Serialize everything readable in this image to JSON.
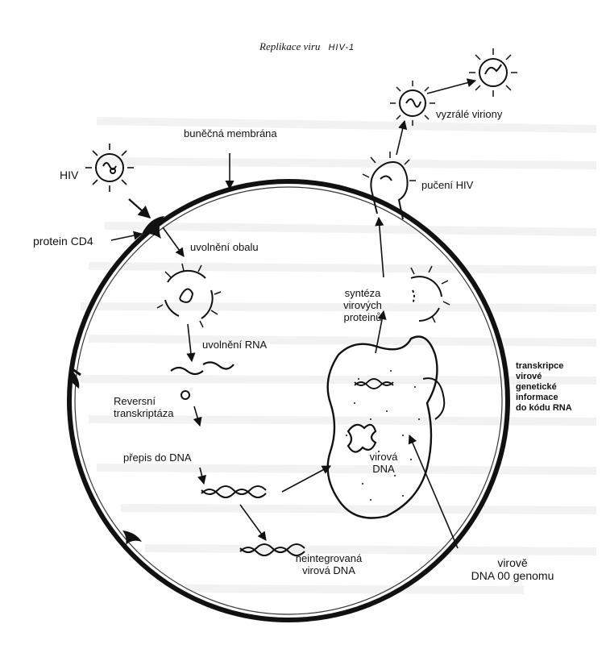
{
  "title": {
    "main": "Replikace viru",
    "suffix": "HIV-1"
  },
  "labels": {
    "membrane": "buněčná membrána",
    "hiv": "HIV",
    "cd4": "protein CD4",
    "uncoating": "uvolnění obalu",
    "rna_release": "uvolnění RNA",
    "rt_line1": "Reversní",
    "rt_line2": "transkriptáza",
    "to_dna": "přepis do DNA",
    "unintegrated_line1": "neintegrovaná",
    "unintegrated_line2": "virová DNA",
    "viral_dna_line1": "virová",
    "viral_dna_line2": "DNA",
    "synthesis_line1": "syntéza",
    "synthesis_line2": "virových",
    "synthesis_line3": "proteinů",
    "budding": "pučení HIV",
    "mature": "vyzrálé viriony",
    "transcription": [
      "transkripce",
      "virové",
      "genetické",
      "informace",
      "do kódu RNA"
    ],
    "viral_dna_genome_line1": "virově",
    "viral_dna_genome_line2": "DNA 00 genomu"
  }
}
